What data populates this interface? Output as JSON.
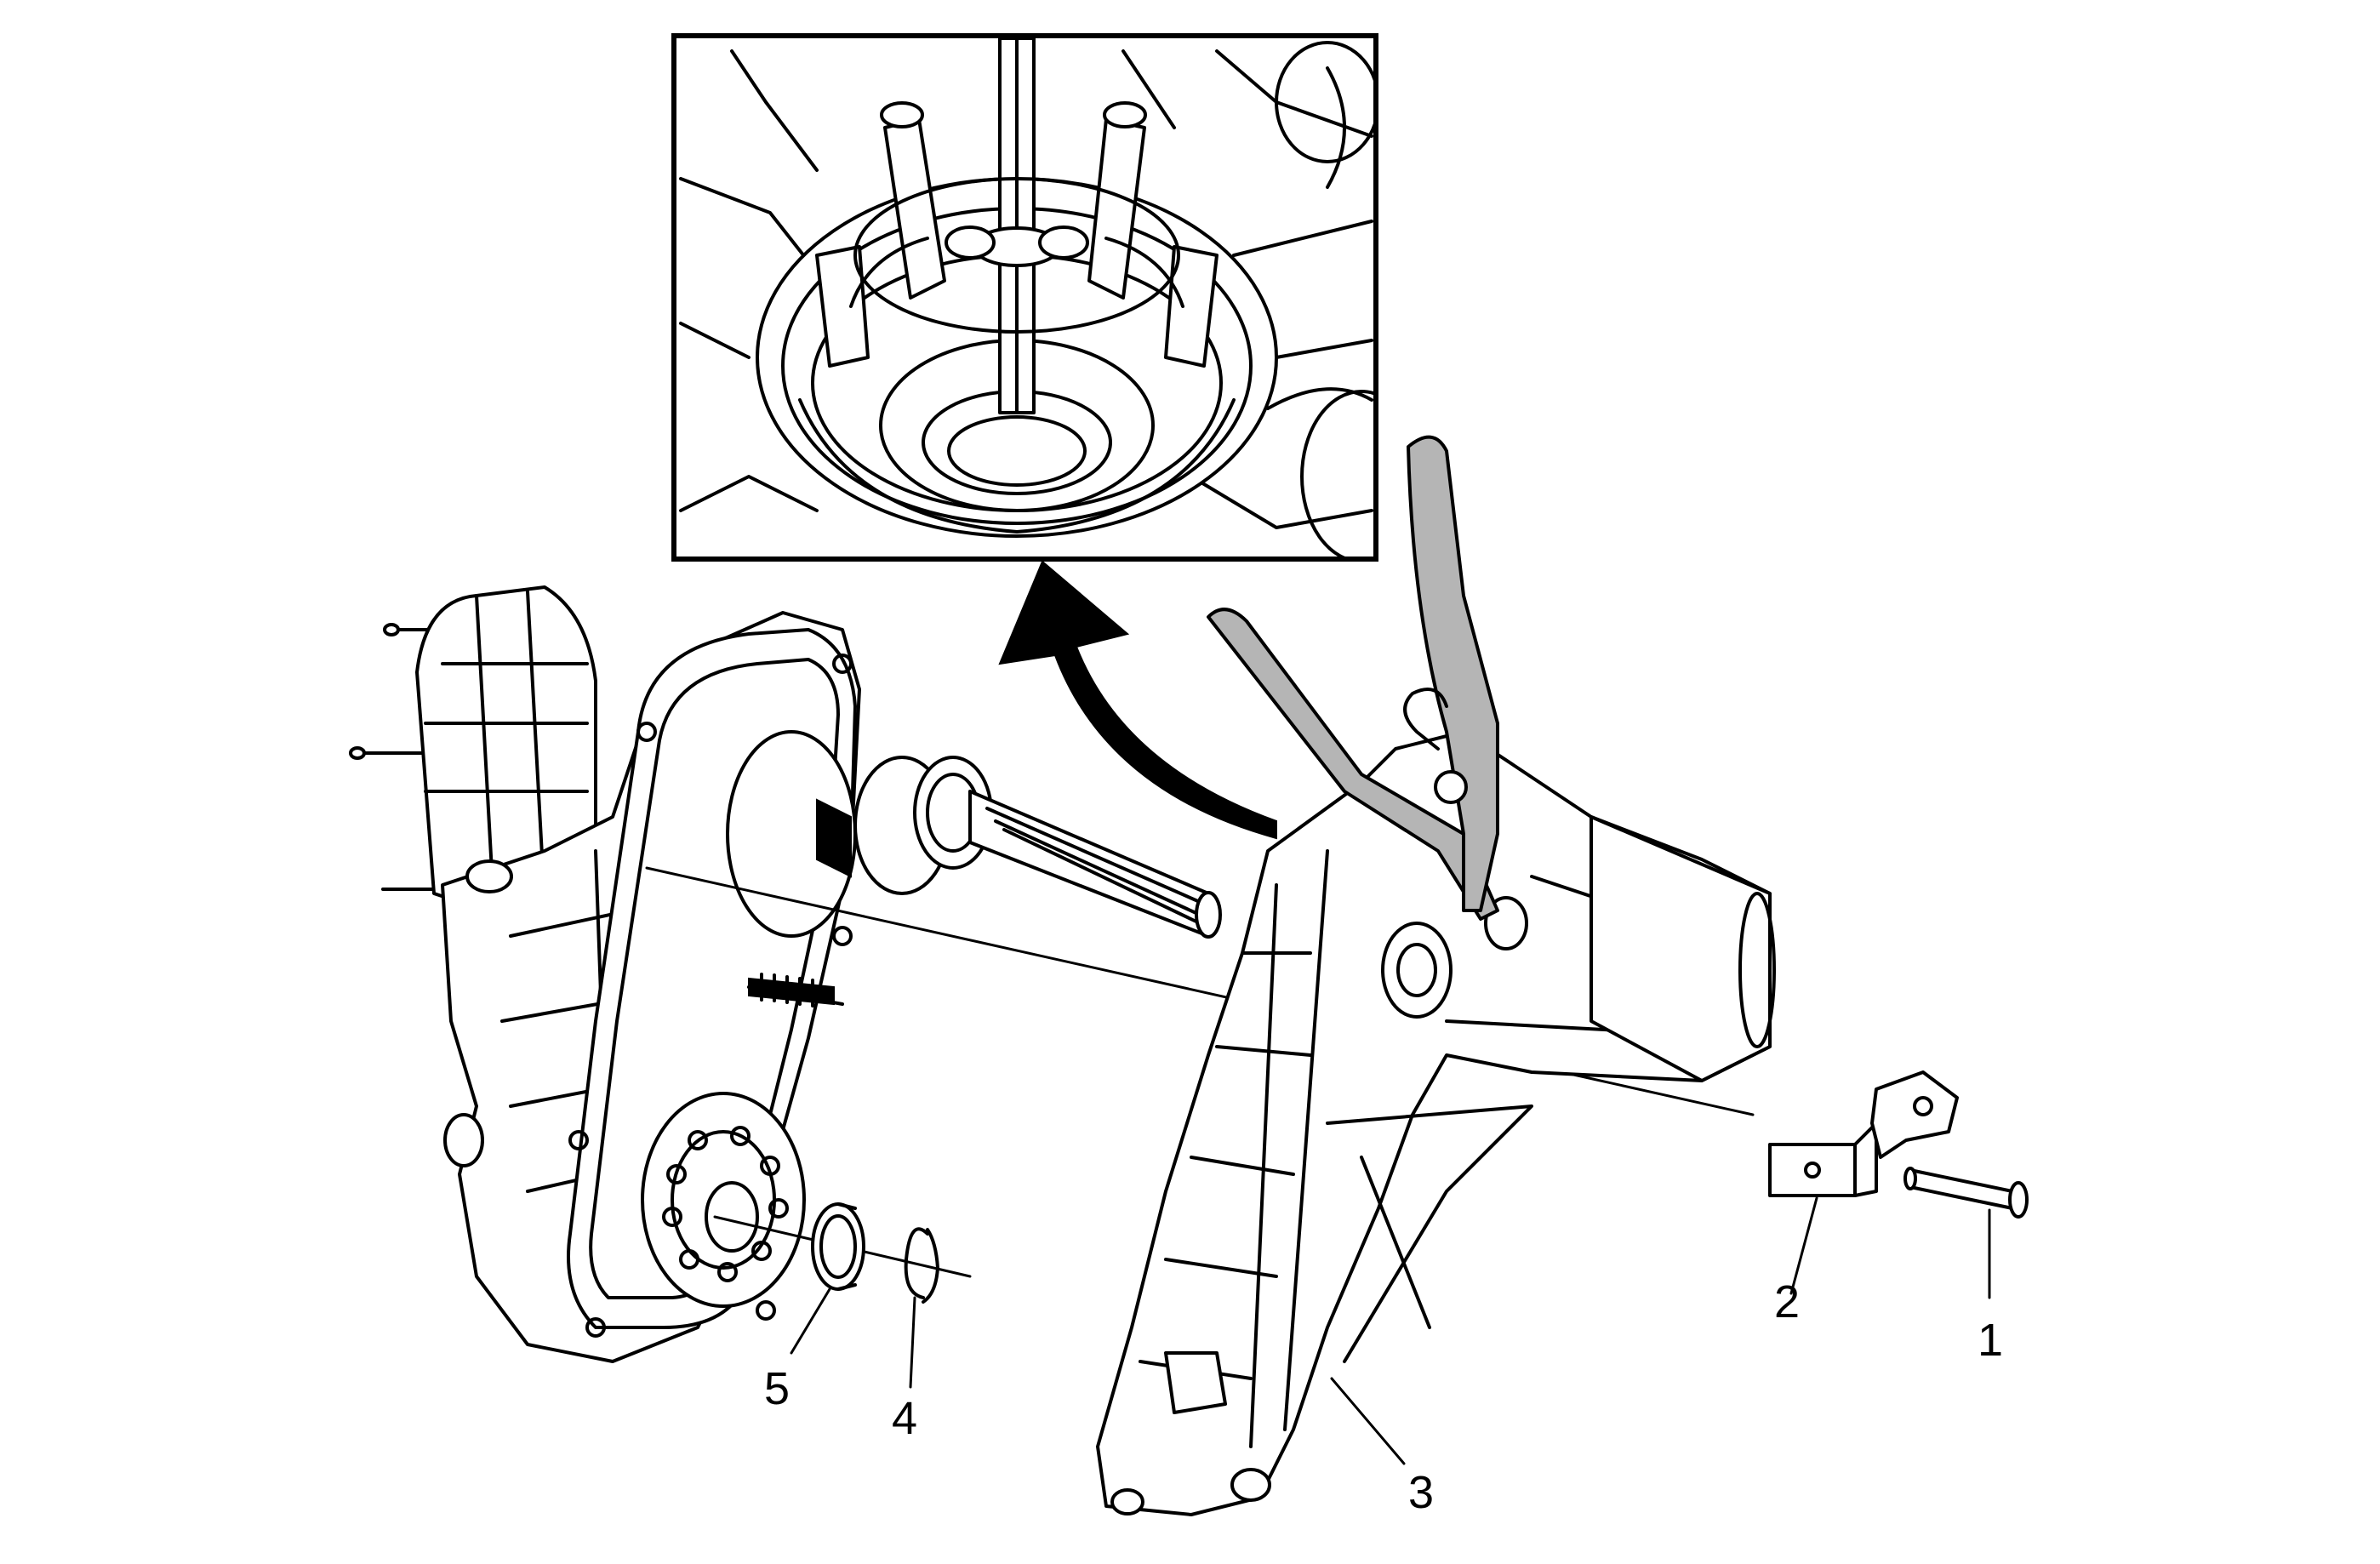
{
  "callouts": [
    {
      "id": "1",
      "text": "1"
    },
    {
      "id": "2",
      "text": "2"
    },
    {
      "id": "3",
      "text": "3"
    },
    {
      "id": "4",
      "text": "4"
    },
    {
      "id": "5",
      "text": "5"
    }
  ],
  "inset": {
    "shows": "detail-view"
  },
  "colors": {
    "line": "#000000",
    "background": "#ffffff",
    "tool_fill": "#b5b5b5"
  }
}
